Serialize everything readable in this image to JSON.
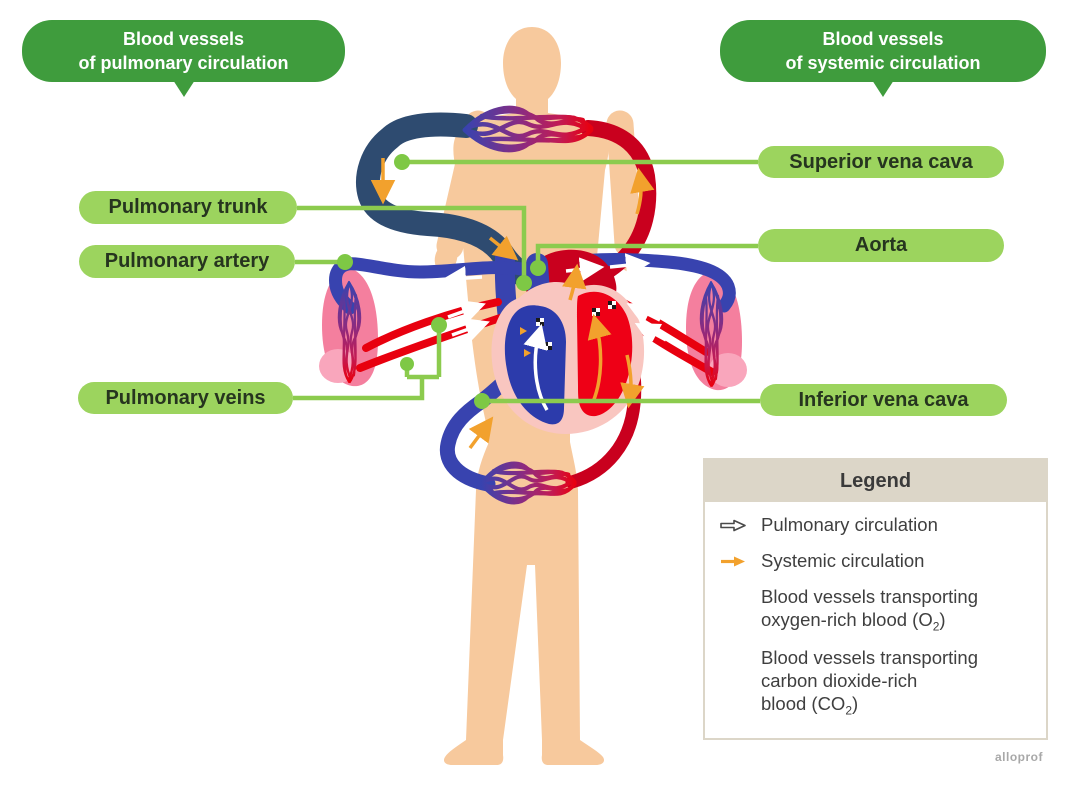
{
  "banners": {
    "pulmonary": {
      "line1": "Blood vessels",
      "line2": "of pulmonary circulation"
    },
    "systemic": {
      "line1": "Blood vessels",
      "line2": "of systemic circulation"
    }
  },
  "labels": {
    "pulmonary_trunk": "Pulmonary trunk",
    "pulmonary_artery": "Pulmonary artery",
    "pulmonary_veins": "Pulmonary veins",
    "superior_vena_cava": "Superior vena cava",
    "aorta": "Aorta",
    "inferior_vena_cava": "Inferior vena cava"
  },
  "legend": {
    "title": "Legend",
    "items": [
      {
        "icon": "pulmonary-arrow-icon",
        "label": "Pulmonary circulation"
      },
      {
        "icon": "systemic-arrow-icon",
        "label": "Systemic circulation"
      },
      {
        "icon": "oxygen-rich-swatch",
        "line1": "Blood vessels transporting",
        "line2_pre": "oxygen-rich blood (O",
        "line2_sub": "2",
        "line2_post": ")"
      },
      {
        "icon": "co2-rich-swatch",
        "line1": "Blood vessels transporting",
        "line2": "carbon dioxide-rich",
        "line3_pre": "blood (CO",
        "line3_sub": "2",
        "line3_post": ")"
      }
    ]
  },
  "watermark": "alloprof",
  "colors": {
    "banner_green": "#3F9C3D",
    "label_green": "#9CD45E",
    "connector_green": "#8CCB4E",
    "oxygen_red": "#E8000F",
    "deep_red": "#C9001E",
    "co2_blue_royal": "#3843AF",
    "co2_blue_steel": "#2E4B70",
    "systemic_orange": "#F2A12D",
    "skin": "#F7C99D",
    "lung_pink": "#F47F9E",
    "heart_pink": "#F9C6C0",
    "legend_beige": "#DCD6C8"
  }
}
